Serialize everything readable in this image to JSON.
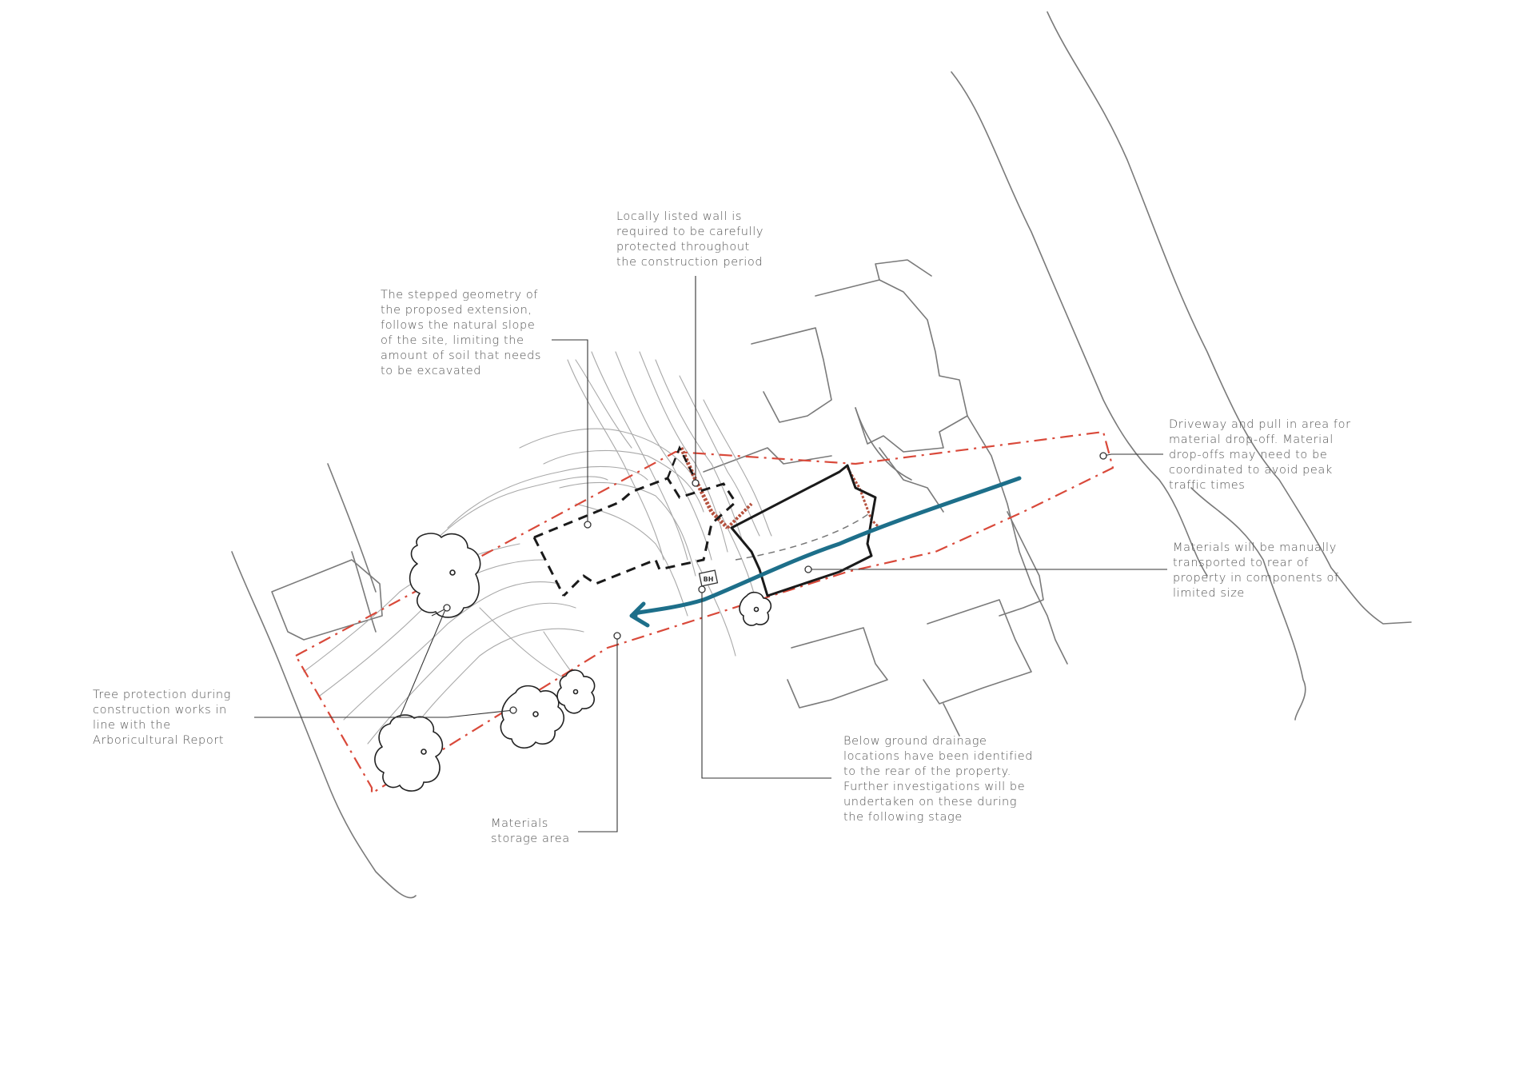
{
  "colors": {
    "boundary": "#d9493a",
    "route": "#1d6f8a",
    "building": "#1a1a1a",
    "sketch": "#7a7a7a",
    "contour": "#a9a9a9",
    "text": "#555555"
  },
  "icons": {
    "tree": "tree-canopy-icon",
    "manhole": "drainage-manhole-icon",
    "arrow": "route-arrowhead-icon"
  },
  "manhole_label": "BH",
  "annotations": {
    "listed_wall": [
      "Locally listed wall is",
      "required to be carefully",
      "protected throughout",
      "the construction period"
    ],
    "stepped_geometry": [
      "The stepped geometry of",
      "the proposed extension,",
      "follows the natural slope",
      "of the site, limiting the",
      "amount of soil that needs",
      "to be excavated"
    ],
    "driveway": [
      "Driveway and pull in area for",
      "material drop-off. Material",
      "drop-offs may need to be",
      "coordinated to avoid peak",
      "traffic times"
    ],
    "materials_transport": [
      "Materials will be manually",
      "transported to rear of",
      "property in components of",
      "limited size"
    ],
    "tree_protection": [
      "Tree protection during",
      "construction works in",
      "line with the",
      "Arboricultural Report"
    ],
    "drainage": [
      "Below ground drainage",
      "locations have been identified",
      "to the rear of the property.",
      "Further investigations will be",
      "undertaken on these during",
      "the following stage"
    ],
    "storage": [
      "Materials",
      "storage area"
    ]
  }
}
